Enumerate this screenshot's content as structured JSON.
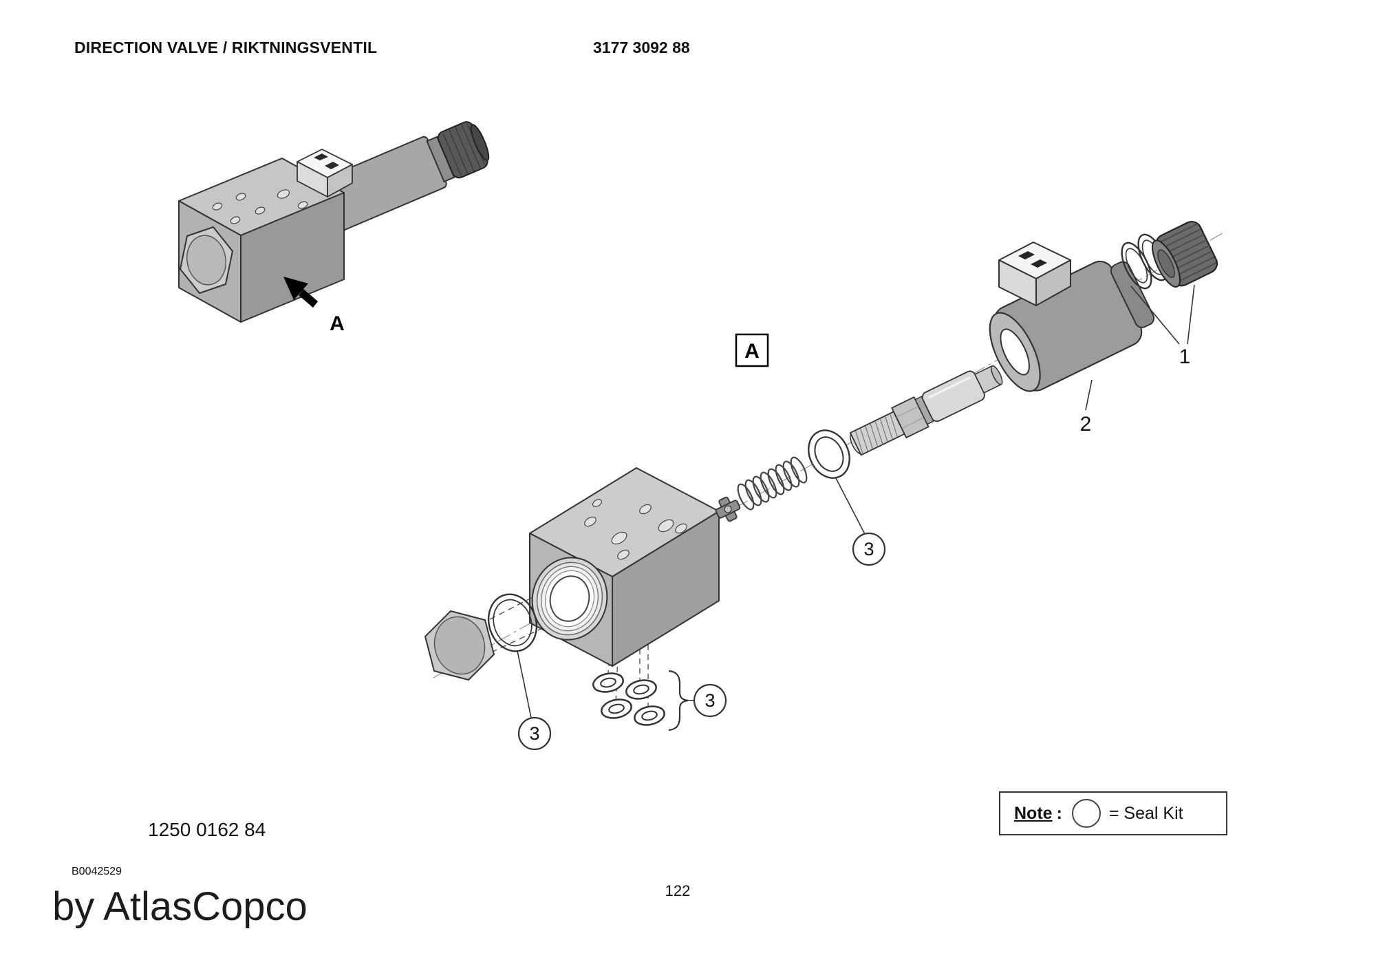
{
  "header": {
    "title": "DIRECTION VALVE / RIKTNINGSVENTIL",
    "part_number": "3177 3092 88"
  },
  "diagram": {
    "view_arrow_label": "A",
    "detail_view_label": "A",
    "callout_seal": "3",
    "callout_coil": "2",
    "callout_nut_rings": "1"
  },
  "note": {
    "label": "Note",
    "separator": ":",
    "meaning": "= Seal Kit"
  },
  "footer": {
    "drawing_number": "1250 0162 84",
    "document_code": "B0042529",
    "brand": "by AtlasCopco",
    "page_number": "122"
  },
  "colors": {
    "outline": "#333333",
    "metal_light": "#d9d9d9",
    "metal_mid": "#b3b3b3",
    "metal_dark": "#8f8f8f",
    "knob_dark": "#5f5f5f",
    "background": "#ffffff"
  }
}
